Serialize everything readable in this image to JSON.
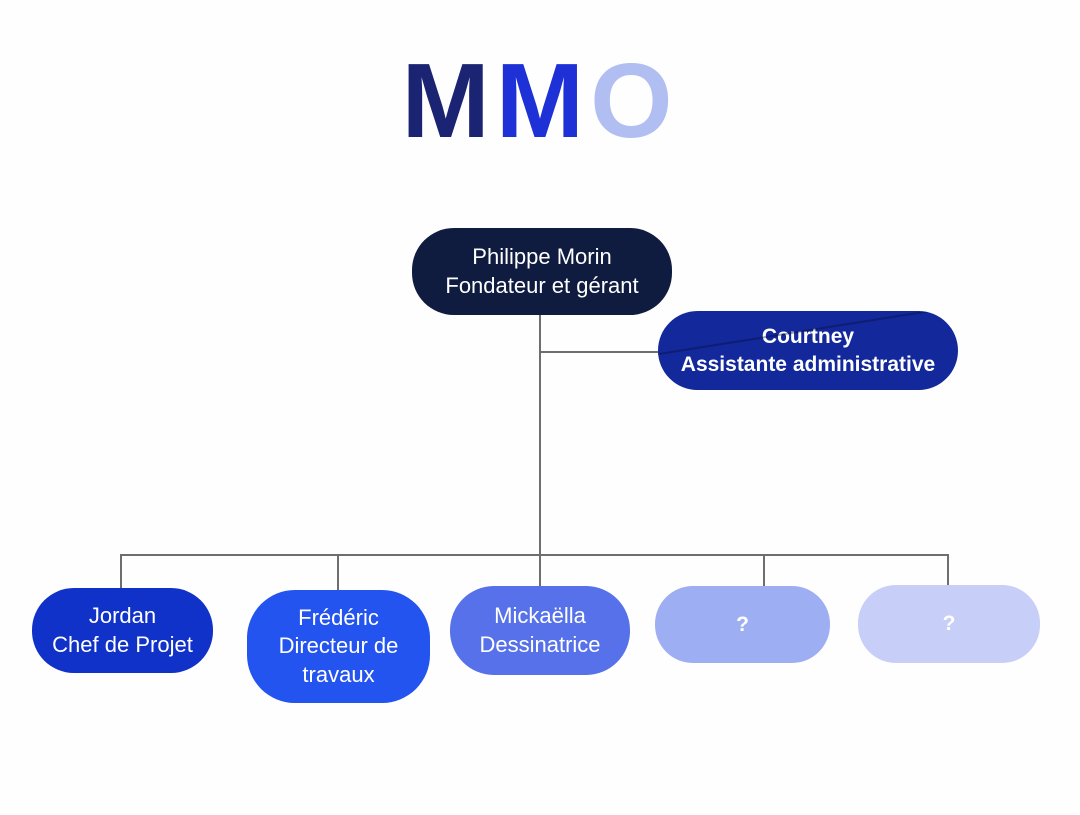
{
  "page": {
    "background_color": "#fefefe",
    "connector_color": "#6e6e6e",
    "text_color": "#ffffff"
  },
  "logo": {
    "name": "MMO",
    "letters": [
      {
        "char": "M",
        "color": "#1b2373"
      },
      {
        "char": "M",
        "color": "#1d31d6"
      },
      {
        "char": "O",
        "color": "#b1bef2"
      }
    ]
  },
  "org_chart": {
    "root": {
      "name": "Philippe Morin",
      "role": "Fondateur et gérant",
      "color": "#0f1c40"
    },
    "assistant": {
      "name": "Courtney",
      "role": "Assistante administrative",
      "color": "#12289b"
    },
    "children": [
      {
        "name": "Jordan",
        "role": "Chef de Projet",
        "color": "#1132c9"
      },
      {
        "name": "Frédéric",
        "role": "Directeur de travaux",
        "color": "#2454f0"
      },
      {
        "name": "Mickaëlla",
        "role": "Dessinatrice",
        "color": "#5671e9"
      },
      {
        "name": "?",
        "role": "",
        "color": "#9eaef3"
      },
      {
        "name": "?",
        "role": "",
        "color": "#c7cff8"
      }
    ]
  }
}
